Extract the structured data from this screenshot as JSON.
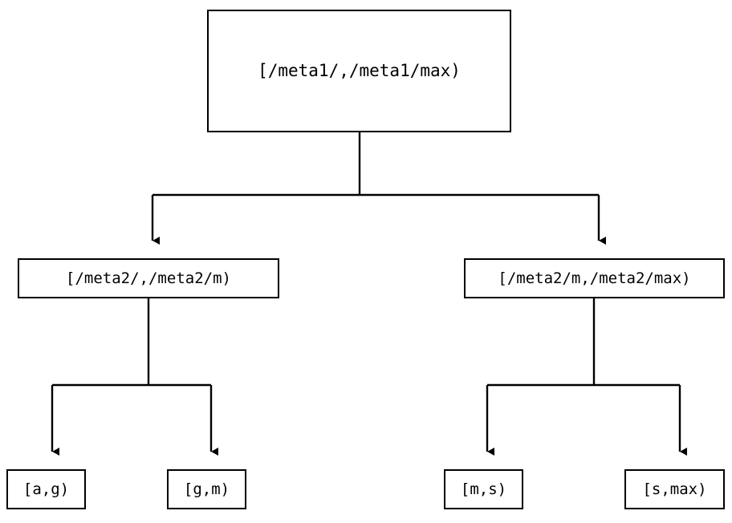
{
  "diagram": {
    "type": "tree",
    "orientation": "top-down",
    "background_color": "#ffffff",
    "line_color": "#000000",
    "text_color": "#000000",
    "edge_style": "orthogonal-elbow",
    "arrowhead": "filled-triangle-down",
    "nodes": {
      "root": {
        "label": "[/meta1/,/meta1/max)",
        "level": 0
      },
      "mid_left": {
        "label": "[/meta2/,/meta2/m)",
        "level": 1
      },
      "mid_right": {
        "label": "[/meta2/m,/meta2/max)",
        "level": 1
      },
      "leaf_ag": {
        "label": "[a,g)",
        "level": 2
      },
      "leaf_gm": {
        "label": "[g,m)",
        "level": 2
      },
      "leaf_ms": {
        "label": "[m,s)",
        "level": 2
      },
      "leaf_smax": {
        "label": "[s,max)",
        "level": 2
      }
    },
    "edges": [
      {
        "from": "root",
        "to": "mid_left"
      },
      {
        "from": "root",
        "to": "mid_right"
      },
      {
        "from": "mid_left",
        "to": "leaf_ag"
      },
      {
        "from": "mid_left",
        "to": "leaf_gm"
      },
      {
        "from": "mid_right",
        "to": "leaf_ms"
      },
      {
        "from": "mid_right",
        "to": "leaf_smax"
      }
    ]
  }
}
